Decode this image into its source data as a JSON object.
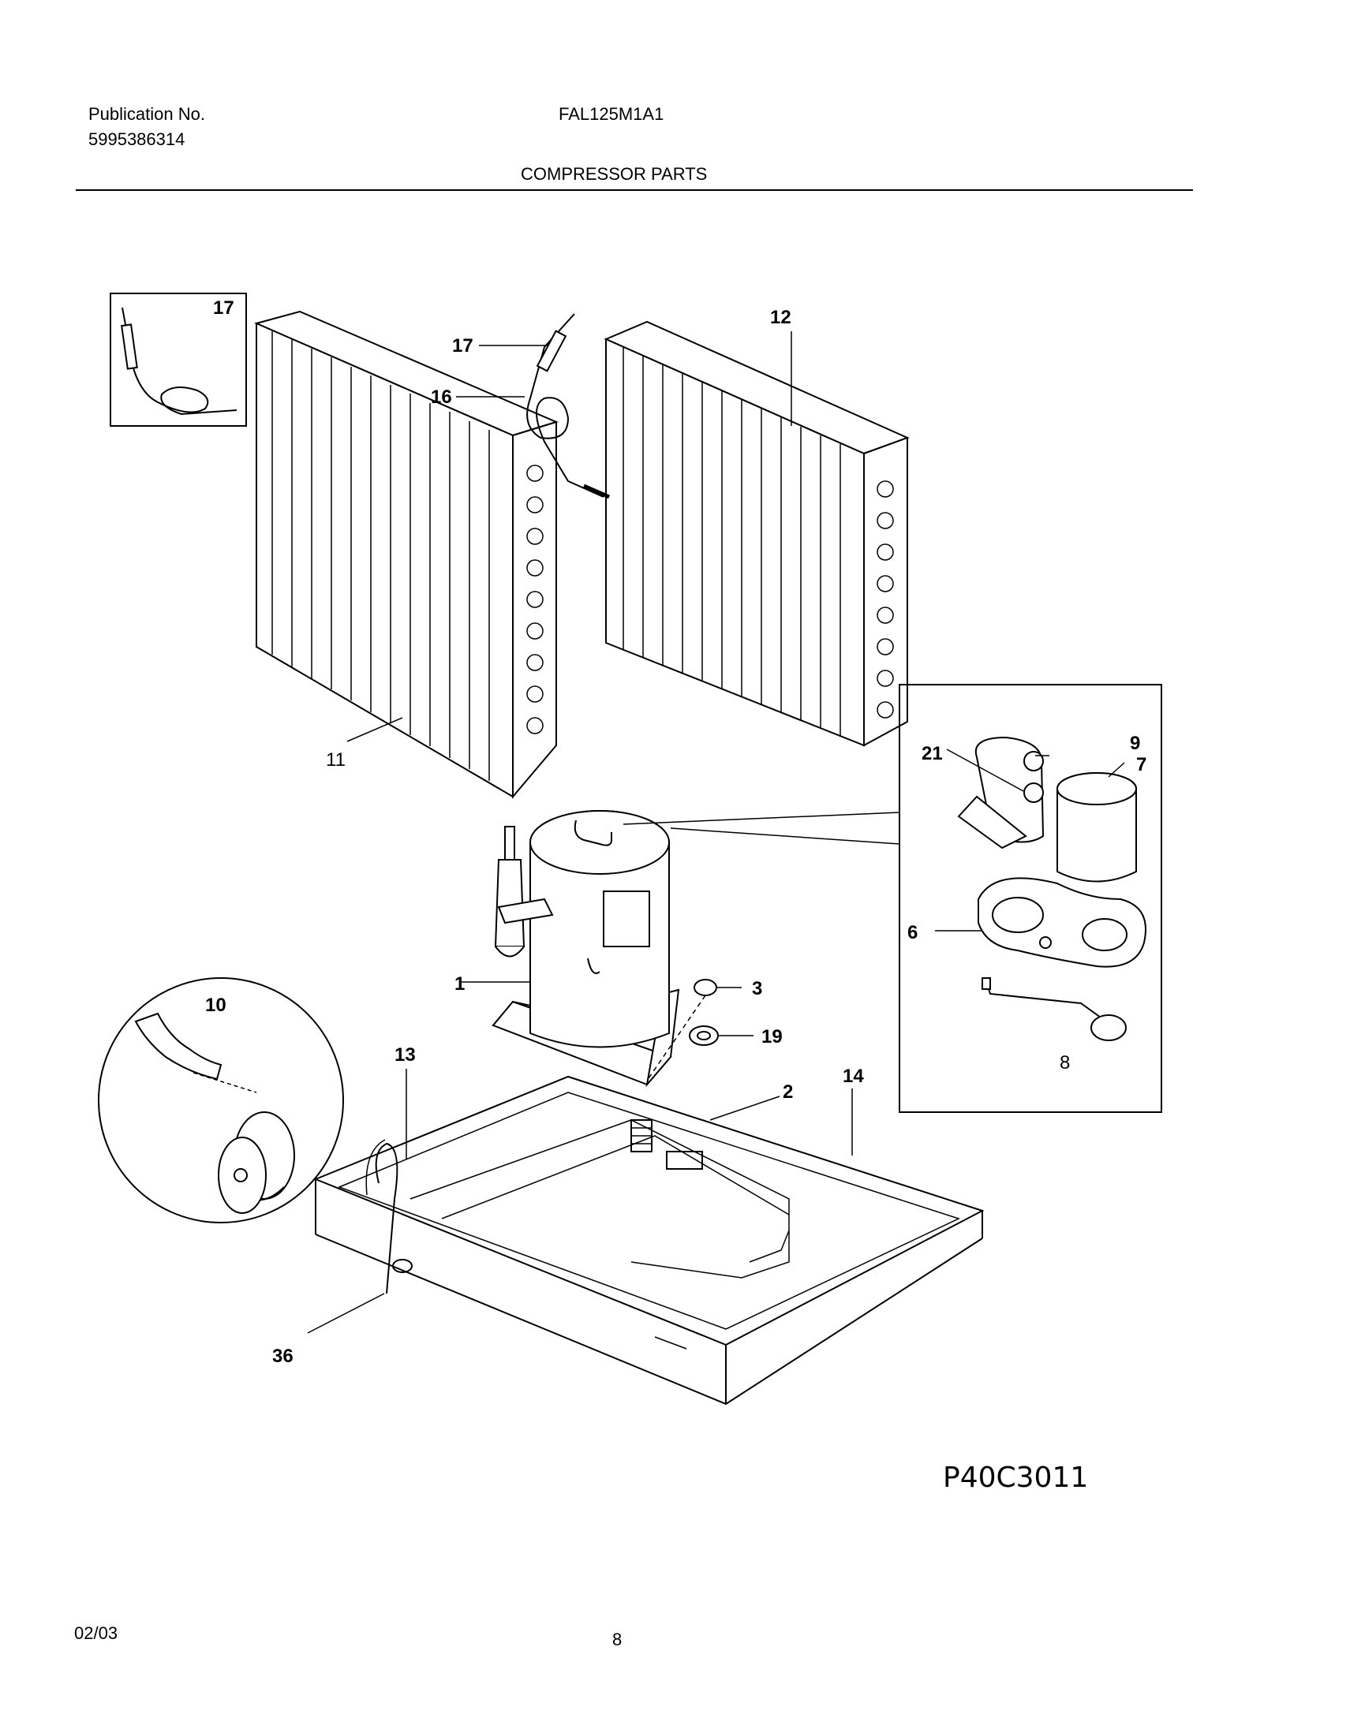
{
  "header": {
    "publication_label": "Publication No.",
    "publication_number": "5995386314",
    "model": "FAL125M1A1",
    "section_title": "COMPRESSOR PARTS"
  },
  "diagram": {
    "code": "P40C3011",
    "callouts": {
      "c1": "1",
      "c2": "2",
      "c3": "3",
      "c6": "6",
      "c7": "7",
      "c8": "8",
      "c9": "9",
      "c10": "10",
      "c11": "11",
      "c12": "12",
      "c13": "13",
      "c14": "14",
      "c16": "16",
      "c17_inset": "17",
      "c17": "17",
      "c19": "19",
      "c21": "21",
      "c36": "36"
    }
  },
  "footer": {
    "date": "02/03",
    "page": "8"
  }
}
